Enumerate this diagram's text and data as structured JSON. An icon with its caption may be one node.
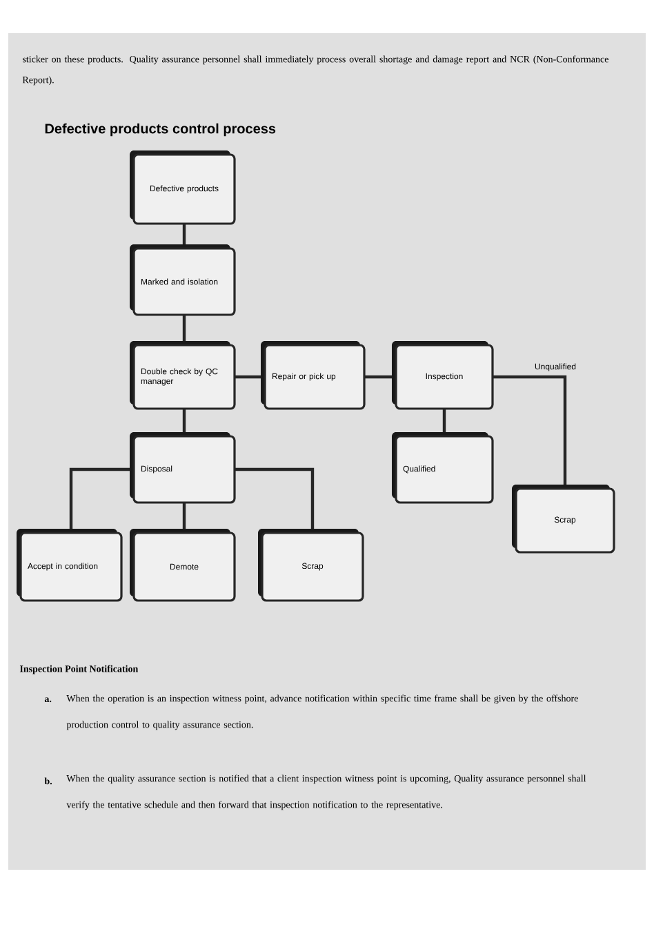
{
  "diagram": {
    "title": "Defective products control process",
    "nodes": [
      {
        "text": [
          "Defective products"
        ]
      },
      {
        "text": [
          "Marked and isolation"
        ]
      },
      {
        "text": [
          "Double check by QC manager"
        ]
      },
      {
        "text": [
          "Repair or pick up"
        ]
      },
      {
        "text": [
          "Inspection"
        ]
      },
      {
        "text": [
          "Disposal"
        ]
      },
      {
        "text": [
          "Qualified"
        ]
      },
      {
        "text": [
          "Scrap"
        ]
      },
      {
        "text": [
          "Accept in condition"
        ]
      },
      {
        "text": [
          "Demote"
        ]
      },
      {
        "text": [
          "Scrap"
        ]
      }
    ],
    "edges": [
      {
        "from": 0,
        "to": 1,
        "arrow": "none"
      },
      {
        "from": 1,
        "to": 2,
        "arrow": "none"
      },
      {
        "from": 2,
        "to": 3,
        "arrow": "none"
      },
      {
        "from": 3,
        "to": 4,
        "arrow": "none"
      },
      {
        "from": 4,
        "to": 6,
        "arrow": "none"
      },
      {
        "from": 4,
        "to": 7,
        "arrow": "none",
        "label": "Unqualified"
      },
      {
        "from": 2,
        "to": 5,
        "arrow": "none"
      },
      {
        "from": 5,
        "to": 8,
        "arrow": "none"
      },
      {
        "from": 5,
        "to": 9,
        "arrow": "none"
      },
      {
        "from": 5,
        "to": 10,
        "arrow": "none"
      }
    ],
    "labels": [
      "sticker on these products. Quality assurance personnel shall immediately process overall shortage and damage report and NCR (Non-Conformance Report).",
      "Inspection Point Notification",
      "a.",
      "When the operation is an inspection witness point, advance notification within specific time frame shall be given by the offshore production control to quality assurance section.",
      "b.",
      "When the quality assurance section is notified that a client inspection witness point is upcoming, Quality assurance personnel shall verify the tentative schedule and then forward that inspection notification to the representative."
    ]
  }
}
